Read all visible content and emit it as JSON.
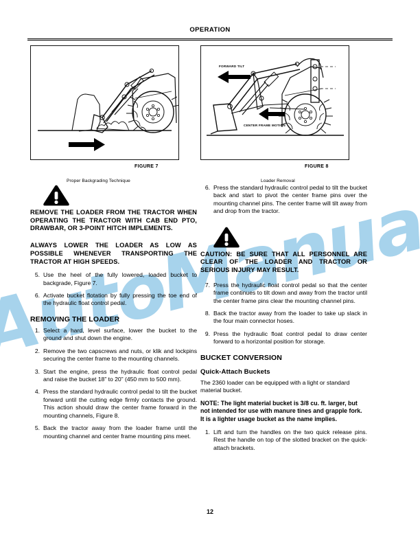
{
  "header": {
    "title": "OPERATION"
  },
  "figures": [
    {
      "caption": "FIGURE 7",
      "subcaption": "Proper Backgrading Technique",
      "labels": []
    },
    {
      "caption": "FIGURE 8",
      "subcaption": "Loader Removal",
      "labels": [
        "FORWARD TILT",
        "CENTER FRAME MOTION"
      ]
    }
  ],
  "left_column": {
    "warning_1": "REMOVE THE LOADER FROM THE TRACTOR WHEN OPERATING THE TRACTOR WITH CAB END PTO, DRAWBAR, OR 3-POINT HITCH IMPLEMENTS.",
    "warning_2": "ALWAYS LOWER THE LOADER AS LOW AS POSSIBLE WHENEVER TRANSPORTING THE TRACTOR AT HIGH SPEEDS.",
    "steps_top": [
      {
        "num": "5.",
        "text": "Use the heel of the fully lowered, loaded bucket to backgrade, Figure 7."
      },
      {
        "num": "6.",
        "text": "Activate bucket flotation by fully pressing the toe end of the hydraulic float control pedal."
      }
    ],
    "section_heading": "REMOVING THE LOADER",
    "steps": [
      {
        "num": "1.",
        "text": "Select a hard, level surface, lower the bucket to the ground and shut down the engine."
      },
      {
        "num": "2.",
        "text": "Remove the two capscrews and nuts, or klik and lockpins securing the center frame to the mounting channels."
      },
      {
        "num": "3.",
        "text": "Start the engine, press the hydraulic float control pedal and raise the bucket 18” to 20” (450 mm to 500 mm)."
      },
      {
        "num": "4.",
        "text": "Press the standard hydraulic control pedal to tilt the bucket forward until the cutting edge firmly contacts the ground. This action should draw the center frame forward in the mounting channels, Figure 8."
      },
      {
        "num": "5.",
        "text": "Back the tractor away from the loader frame until the mounting channel and center frame mounting pins meet."
      }
    ]
  },
  "right_column": {
    "step_6": {
      "num": "6.",
      "text": "Press the standard hydraulic control pedal to tilt the bucket back and start to pivot the center frame pins over the mounting channel pins.  The center frame will tilt away from and drop from the tractor."
    },
    "caution": "CAUTION:  BE SURE THAT ALL PERSONNEL ARE CLEAR OF THE LOADER AND TRACTOR OR SERIOUS INJURY MAY RESULT.",
    "steps": [
      {
        "num": "7.",
        "text": "Press the hydraulic float control pedal so that the center frame continues to tilt down and away from the tractor until the center frame pins clear the mounting channel pins."
      },
      {
        "num": "8.",
        "text": "Back the tractor away from the loader to take up slack in the four main connector hoses."
      },
      {
        "num": "9.",
        "text": "Press the hydraulic float control pedal to draw center forward to a horizontal position for storage."
      }
    ],
    "section_heading": "BUCKET CONVERSION",
    "sub_heading": "Quick-Attach Buckets",
    "paragraph": "The 2360 loader can be equipped with a light or standard material bucket.",
    "note": "NOTE:  The light material bucket is 3/8 cu. ft. larger, but not intended for use with manure tines and grapple fork.  It is a lighter usage bucket as the name implies.",
    "steps_after_note": [
      {
        "num": "1.",
        "text": "Lift and turn the handles on the two quick release pins.  Rest the handle on top of the slotted bracket on the quick-attach brackets."
      }
    ]
  },
  "watermark": {
    "text": "AutoManual",
    "color": "#a7d3ec"
  },
  "footer": {
    "page_number": "12"
  }
}
